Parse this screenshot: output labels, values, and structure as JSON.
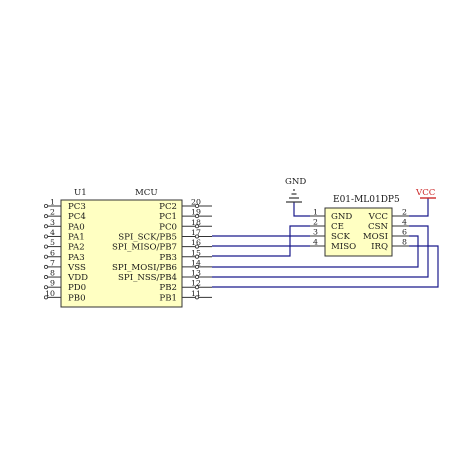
{
  "colors": {
    "chip_fill": "#ffffc2",
    "chip_stroke": "#333333",
    "wire": "#1a1a8c",
    "pin": "#333333",
    "vcc": "#cc2a2a"
  },
  "mcu": {
    "designator": "U1",
    "name": "MCU",
    "left_pins": [
      {
        "num": "1",
        "label": "PC3"
      },
      {
        "num": "2",
        "label": "PC4"
      },
      {
        "num": "3",
        "label": "PA0"
      },
      {
        "num": "4",
        "label": "PA1"
      },
      {
        "num": "5",
        "label": "PA2"
      },
      {
        "num": "6",
        "label": "PA3"
      },
      {
        "num": "7",
        "label": "VSS"
      },
      {
        "num": "8",
        "label": "VDD"
      },
      {
        "num": "9",
        "label": "PD0"
      },
      {
        "num": "10",
        "label": "PB0"
      }
    ],
    "right_pins": [
      {
        "num": "20",
        "label": "PC2"
      },
      {
        "num": "19",
        "label": "PC1"
      },
      {
        "num": "18",
        "label": "PC0"
      },
      {
        "num": "17",
        "label": "SPI_SCK/PB5"
      },
      {
        "num": "16",
        "label": "SPI_MISO/PB7"
      },
      {
        "num": "15",
        "label": "PB3"
      },
      {
        "num": "14",
        "label": "SPI_MOSI/PB6"
      },
      {
        "num": "13",
        "label": "SPI_NSS/PB4"
      },
      {
        "num": "12",
        "label": "PB2"
      },
      {
        "num": "11",
        "label": "PB1"
      }
    ]
  },
  "module": {
    "name": "E01-ML01DP5",
    "left_pins": [
      {
        "num": "1",
        "label": "GND"
      },
      {
        "num": "2",
        "label": "CE"
      },
      {
        "num": "3",
        "label": "SCK"
      },
      {
        "num": "4",
        "label": "MISO"
      }
    ],
    "right_pins": [
      {
        "num": "2",
        "label": "VCC"
      },
      {
        "num": "4",
        "label": "CSN"
      },
      {
        "num": "6",
        "label": "MOSI"
      },
      {
        "num": "8",
        "label": "IRQ"
      }
    ]
  },
  "power": {
    "gnd_label": "GND",
    "vcc_label": "VCC"
  }
}
